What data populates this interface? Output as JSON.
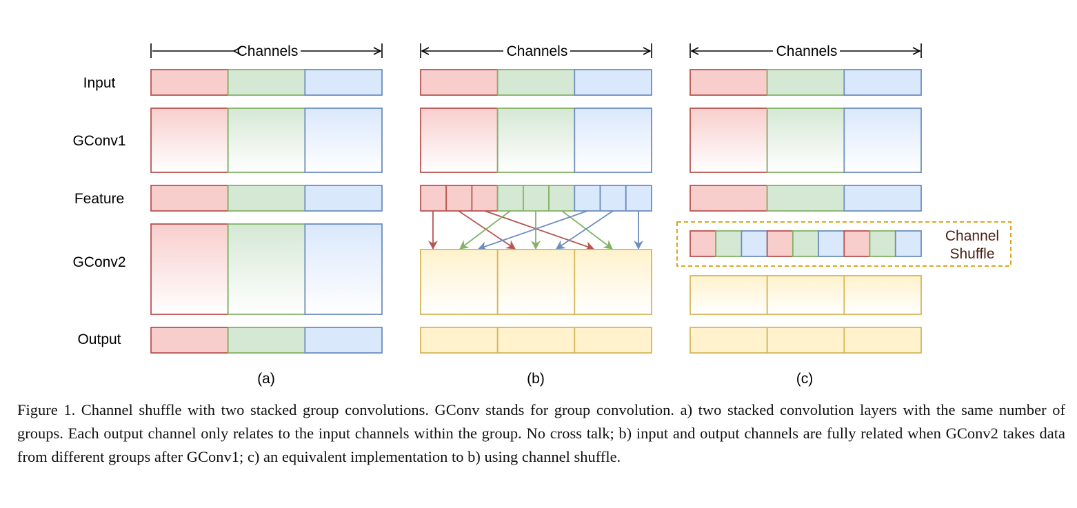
{
  "row_labels": [
    "Input",
    "GConv1",
    "Feature",
    "GConv2",
    "Output"
  ],
  "channels_label": "Channels",
  "panel_labels": [
    "(a)",
    "(b)",
    "(c)"
  ],
  "shuffle_label_line1": "Channel",
  "shuffle_label_line2": "Shuffle",
  "groups": 3,
  "channels_per_group": 3,
  "colors": {
    "red_fill": "#f8cecc",
    "red_stroke": "#b85450",
    "green_fill": "#d5e8d4",
    "green_stroke": "#82b366",
    "blue_fill": "#dae8fc",
    "blue_stroke": "#6c8ebf",
    "yellow_fill": "#fff2cc",
    "yellow_stroke": "#d6b656",
    "shuffle_border": "#d79b00"
  },
  "caption": "Figure 1. Channel shuffle with two stacked group convolutions. GConv stands for group convolution. a) two stacked convolution layers with the same number of groups. Each output channel only relates to the input channels within the group. No cross talk; b) input and output channels are fully related when GConv2 takes data from different groups after GConv1; c) an equivalent implementation to b) using channel shuffle."
}
